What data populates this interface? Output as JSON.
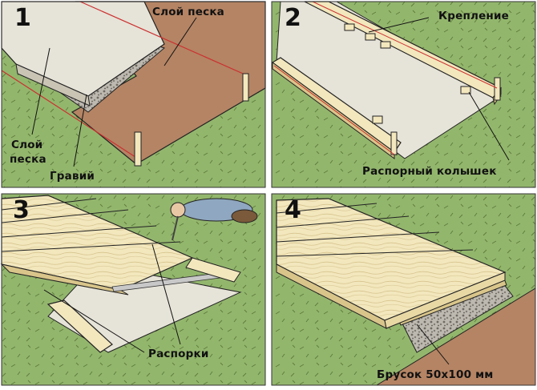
{
  "panels": [
    {
      "number": "1",
      "labels": {
        "sand_top": "Слой песка",
        "sand_left_1": "Слой",
        "sand_left_2": "песка",
        "gravel": "Гравий"
      }
    },
    {
      "number": "2",
      "labels": {
        "fastening": "Крепление",
        "stake": "Распорный колышек"
      }
    },
    {
      "number": "3",
      "labels": {
        "spacers": "Распорки"
      }
    },
    {
      "number": "4",
      "labels": {
        "beam": "Брусок 50х100 мм"
      }
    }
  ],
  "colors": {
    "grass": "#93b66d",
    "soil": "#b48464",
    "sand": "#e6e3d8",
    "wood": "#f2e7bd",
    "wood_edge": "#d9c58a",
    "gravel": "#9a968e",
    "string": "#cc3030"
  }
}
